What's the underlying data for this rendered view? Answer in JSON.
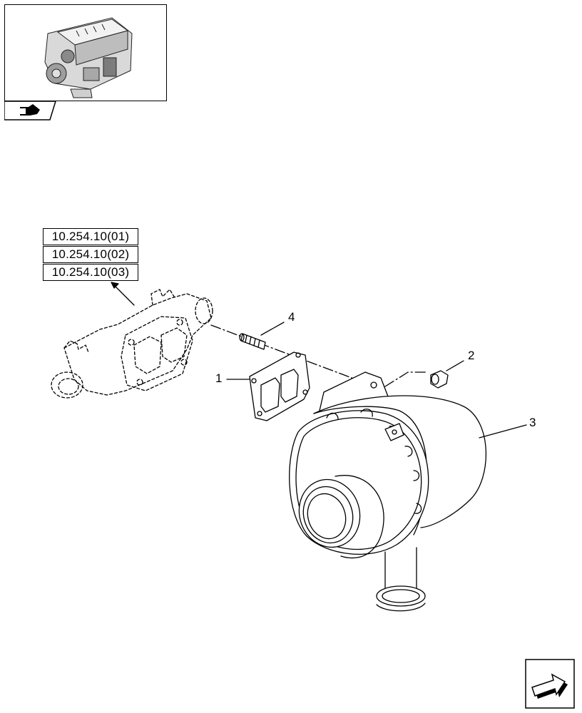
{
  "references": [
    "10.254.10(01)",
    "10.254.10(02)",
    "10.254.10(03)"
  ],
  "callouts": [
    "1",
    "2",
    "3",
    "4"
  ],
  "icons": {
    "thumbnail": "engine-thumbnail-icon",
    "tab": "hand-pointer-icon",
    "nav": "next-page-arrow-icon"
  }
}
